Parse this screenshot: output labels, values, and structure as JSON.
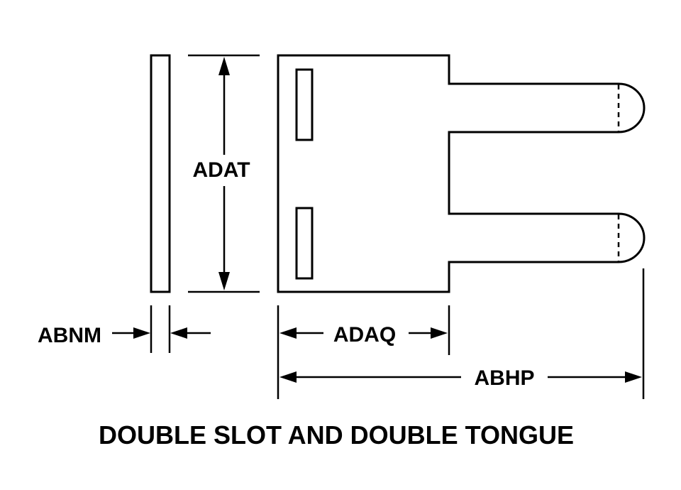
{
  "labels": {
    "height_dim": "ADAT",
    "thickness_dim": "ABNM",
    "body_length_dim": "ADAQ",
    "overall_length_dim": "ABHP"
  },
  "title": "DOUBLE SLOT AND DOUBLE TONGUE",
  "colors": {
    "line": "#000000",
    "background": "#ffffff"
  }
}
